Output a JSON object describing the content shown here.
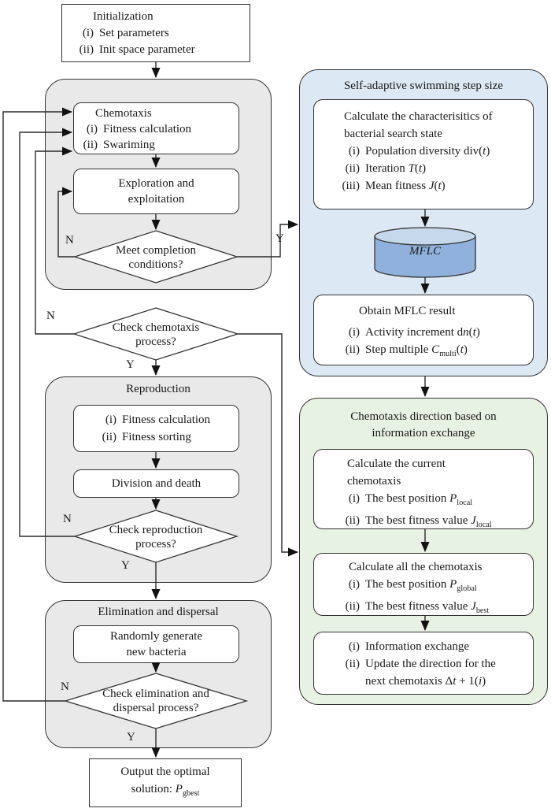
{
  "left": {
    "init_box": {
      "title": "Initialization",
      "items": [
        {
          "m": "(i)",
          "t": "Set parameters"
        },
        {
          "m": "(ii)",
          "t": "Init space parameter"
        }
      ]
    },
    "chemotaxis_panel": {
      "chemotaxis_box": {
        "title": "Chemotaxis",
        "items": [
          {
            "m": "(i)",
            "t": "Fitness calculation"
          },
          {
            "m": "(ii)",
            "t": "Swariming"
          }
        ]
      },
      "exploration_box": {
        "lines": [
          "Exploration and",
          "exploitation"
        ]
      },
      "completion_diamond": {
        "lines": [
          "Meet completion",
          "conditions?"
        ],
        "no": "N",
        "yes": "Y"
      }
    },
    "check_chemotaxis_diamond": {
      "lines": [
        "Check chemotaxis",
        "process?"
      ],
      "no": "N",
      "yes": "Y"
    },
    "reproduction_panel": {
      "title": "Reproduction",
      "fitness_box": {
        "items": [
          {
            "m": "(i)",
            "t": "Fitness calculation"
          },
          {
            "m": "(ii)",
            "t": "Fitness sorting"
          }
        ]
      },
      "division_box": {
        "lines": [
          "Division and death"
        ]
      },
      "reproduction_diamond": {
        "lines": [
          "Check reproduction",
          "process?"
        ],
        "no": "N",
        "yes": "Y"
      }
    },
    "elimination_panel": {
      "title": "Elimination and dispersal",
      "random_box": {
        "lines": [
          "Randomly generate",
          "new bacteria"
        ]
      },
      "elimination_diamond": {
        "lines": [
          "Check elimination and",
          "dispersal process?"
        ],
        "no": "N",
        "yes": "Y"
      }
    },
    "output_box": {
      "lines": [
        "Output the optimal",
        [
          "solution: ",
          {
            "t": "P",
            "i": true
          },
          {
            "t": "gbest",
            "s": true
          }
        ]
      ]
    }
  },
  "right": {
    "step_panel": {
      "title": "Self-adaptive swimming step size",
      "characteristics_box": {
        "title_lines": [
          "Calculate the characterisitics of",
          "bacterial search state"
        ],
        "items": [
          {
            "m": "(i)",
            "segs": [
              "Population diversity div(",
              {
                "t": "t",
                "i": true
              },
              ")"
            ]
          },
          {
            "m": "(ii)",
            "segs": [
              "Iteration ",
              {
                "t": "T",
                "i": true
              },
              "(",
              {
                "t": "t",
                "i": true
              },
              ")"
            ]
          },
          {
            "m": "(iii)",
            "segs": [
              "Mean fitness ",
              {
                "t": "J",
                "i": true
              },
              "(",
              {
                "t": "t",
                "i": true
              },
              ")"
            ]
          }
        ]
      },
      "mflc_cylinder_label": "MFLC",
      "result_box": {
        "title_lines": [
          "Obtain MFLC result"
        ],
        "items": [
          {
            "m": "(i)",
            "segs": [
              "Activity increment d",
              {
                "t": "n",
                "i": true
              },
              "(",
              {
                "t": "t",
                "i": true
              },
              ")"
            ]
          },
          {
            "m": "(ii)",
            "segs": [
              "Step multiple ",
              {
                "t": "C",
                "i": true
              },
              {
                "t": "multi",
                "s": true
              },
              "(",
              {
                "t": "t",
                "i": true
              },
              ")"
            ]
          }
        ]
      }
    },
    "direction_panel": {
      "title_lines": [
        "Chemotaxis direction based on",
        "information exchange"
      ],
      "current_box": {
        "title_lines": [
          "Calculate the current",
          "chemotaxis"
        ],
        "items": [
          {
            "m": "(i)",
            "segs": [
              "The best position ",
              {
                "t": "P",
                "i": true
              },
              {
                "t": "local",
                "s": true
              }
            ]
          },
          {
            "m": "(ii)",
            "segs": [
              "The best fitness value ",
              {
                "t": "J",
                "i": true
              },
              {
                "t": "local",
                "s": true
              }
            ]
          }
        ]
      },
      "all_box": {
        "title_lines": [
          "Calculate all the chemotaxis"
        ],
        "items": [
          {
            "m": "(i)",
            "segs": [
              "The best position ",
              {
                "t": "P",
                "i": true
              },
              {
                "t": "global",
                "s": true
              }
            ]
          },
          {
            "m": "(ii)",
            "segs": [
              "The best fitness value ",
              {
                "t": "J",
                "i": true
              },
              {
                "t": "best",
                "s": true
              }
            ]
          }
        ]
      },
      "exchange_box": {
        "items": [
          {
            "m": "(i)",
            "segs": [
              "Information exchange"
            ]
          },
          {
            "m": "(ii)",
            "segs": [
              "Update the direction for the"
            ]
          },
          {
            "m": "",
            "segs": [
              "next chemotaxis Δ",
              {
                "t": "t",
                "i": true
              },
              " + 1(",
              {
                "t": "i",
                "i": true
              },
              ")"
            ]
          }
        ]
      }
    }
  },
  "colors": {
    "panel_gray": "#e9e9e9",
    "panel_blue": "#dce8f3",
    "panel_green": "#e8f2e4",
    "cylinder_body": "#8fb1db",
    "cylinder_top": "#c6d8ec",
    "box_border": "#333333",
    "connector": "#2a2a2a"
  }
}
